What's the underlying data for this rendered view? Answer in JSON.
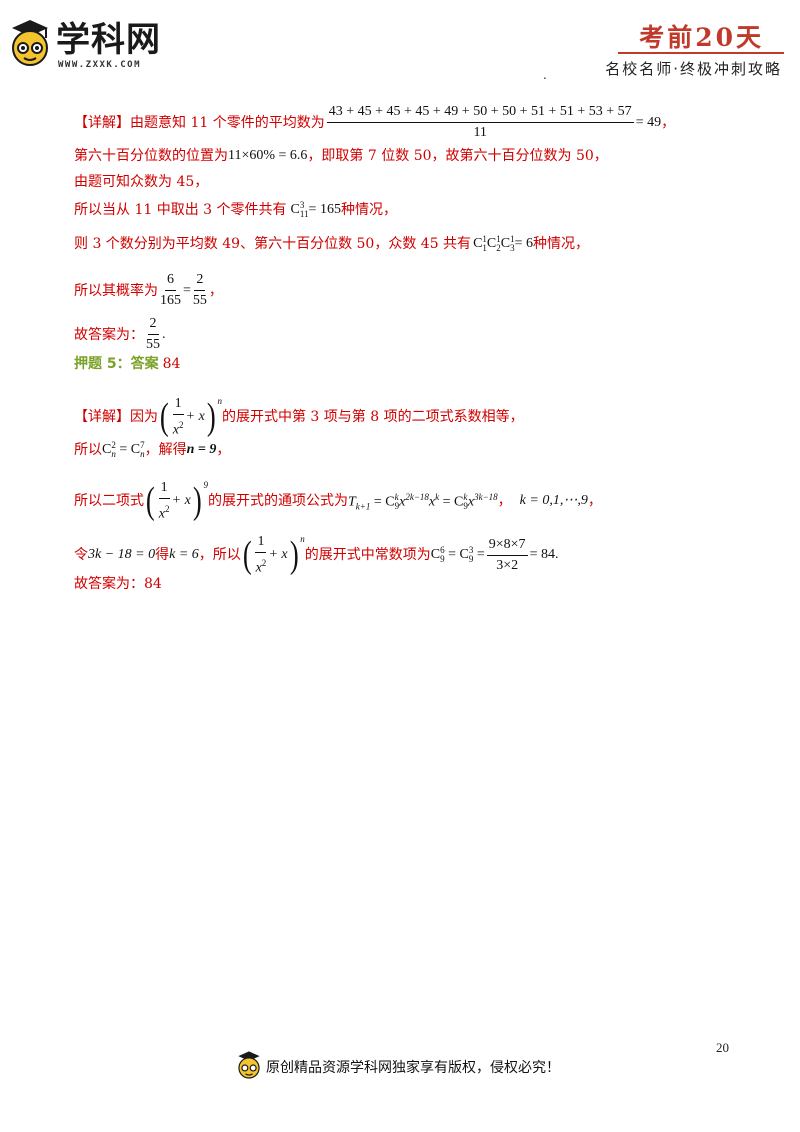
{
  "header": {
    "logo_text": "学科网",
    "logo_url": "WWW.ZXXK.COM",
    "title": "考前20天",
    "subtitle": "名校名师·终极冲刺攻略",
    "dot": "."
  },
  "lines": {
    "l1_tag": "【详解】",
    "l1_text": "由题意知 11 个零件的平均数为",
    "l1_num": "43 + 45 + 45 + 45 + 49 + 50 + 50 + 51 + 51 + 53 + 57",
    "l1_den": "11",
    "l1_eq": "= 49",
    "l1_end": "，",
    "l2_a": "第六十百分位数的位置为",
    "l2_m": "11×60% = 6.6",
    "l2_b": "，即取第 7 位数 50，故第六十百分位数为 50，",
    "l3": "由题可知众数为 45，",
    "l4_a": "所以当从 11 中取出 3 个零件共有",
    "l4_m": "C",
    "l4_sup": "3",
    "l4_sub": "11",
    "l4_eq": "= 165",
    "l4_b": "种情况，",
    "l5_a": "则 3 个数分别为平均数 49、第六十百分位数 50，众数 45 共有",
    "l5_m": "C",
    "l5_s1": "1",
    "l5_b1": "1",
    "l5_s2": "1",
    "l5_b2": "2",
    "l5_s3": "1",
    "l5_b3": "3",
    "l5_eq": "= 6",
    "l5_b": "种情况，",
    "l6_a": "所以其概率为",
    "l6_n1": "6",
    "l6_d1": "165",
    "l6_eq": "=",
    "l6_n2": "2",
    "l6_d2": "55",
    "l6_end": "，",
    "l7_a": "故答案为：",
    "l7_n": "2",
    "l7_d": "55",
    "l7_end": ".",
    "l8_title": "押题 5：答案",
    "l8_ans": "84",
    "l9_tag": "【详解】",
    "l9_a": "因为",
    "l9_b": "的展开式中第 3 项与第 8 项的二项式系数相等，",
    "l10_a": "所以",
    "l10_m": "C",
    "l10_sup1": "2",
    "l10_sub1": "n",
    "l10_eq": "=",
    "l10_sup2": "7",
    "l10_sub2": "n",
    "l10_b": "，解得",
    "l10_res": "n = 9",
    "l10_end": "，",
    "l11_a": "所以二项式",
    "l11_b": "的展开式的通项公式为",
    "l11_formula": "C",
    "l11_tail": "，",
    "l11_k": "k = 0,1,⋯,9",
    "l11_end": "，",
    "l12_a": "令",
    "l12_m1": "3k − 18 = 0",
    "l12_b": "得",
    "l12_m2": "k = 6",
    "l12_c": "，所以",
    "l12_d": "的展开式中常数项为",
    "l12_num": "9×8×7",
    "l12_den": "3×2",
    "l12_res": "= 84",
    "l12_end": ".",
    "l13": "故答案为：84"
  },
  "math": {
    "one": "1",
    "x2": "x",
    "two": "2",
    "plus_x": "+ x",
    "n": "n",
    "nine": "9",
    "T": "T",
    "k1": "k+1",
    "eq": "=",
    "x": "x",
    "exp1": "2k−18",
    "k": "k",
    "nine_sub": "9",
    "exp2": "3k−18",
    "six": "6",
    "three": "3"
  },
  "page_number": "20",
  "footer_text": "原创精品资源学科网独家享有版权，侵权必究！"
}
